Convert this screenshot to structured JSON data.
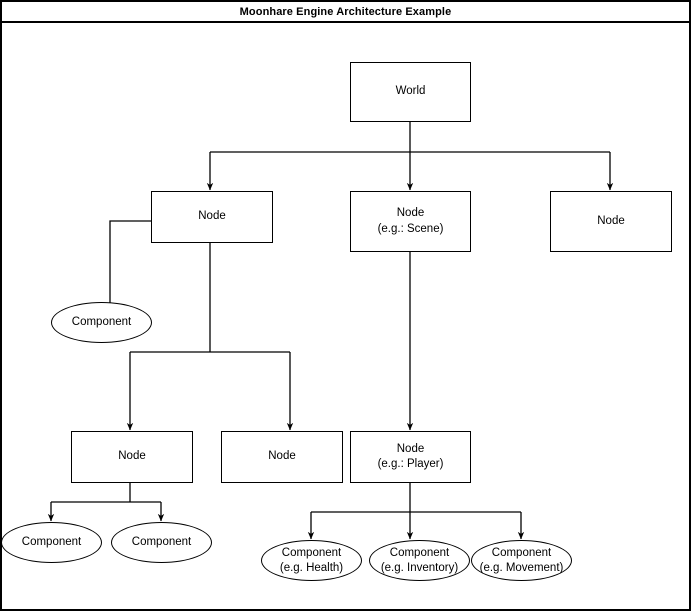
{
  "title": "Moonhare Engine Architecture Example",
  "colors": {
    "stroke": "#000000",
    "fill": "#ffffff",
    "text": "#000000"
  },
  "diagram": {
    "type": "tree-hierarchy",
    "nodes": [
      {
        "id": "world",
        "shape": "rect",
        "label_line1": "World",
        "label_line2": ""
      },
      {
        "id": "node-a",
        "shape": "rect",
        "label_line1": "Node",
        "label_line2": ""
      },
      {
        "id": "node-scene",
        "shape": "rect",
        "label_line1": "Node",
        "label_line2": "(e.g.: Scene)"
      },
      {
        "id": "node-c",
        "shape": "rect",
        "label_line1": "Node",
        "label_line2": ""
      },
      {
        "id": "comp-a",
        "shape": "ellipse",
        "label_line1": "Component",
        "label_line2": ""
      },
      {
        "id": "node-a1",
        "shape": "rect",
        "label_line1": "Node",
        "label_line2": ""
      },
      {
        "id": "node-a2",
        "shape": "rect",
        "label_line1": "Node",
        "label_line2": ""
      },
      {
        "id": "node-player",
        "shape": "rect",
        "label_line1": "Node",
        "label_line2": "(e.g.: Player)"
      },
      {
        "id": "comp-a1-1",
        "shape": "ellipse",
        "label_line1": "Component",
        "label_line2": ""
      },
      {
        "id": "comp-a1-2",
        "shape": "ellipse",
        "label_line1": "Component",
        "label_line2": ""
      },
      {
        "id": "comp-health",
        "shape": "ellipse",
        "label_line1": "Component",
        "label_line2": "(e.g. Health)"
      },
      {
        "id": "comp-inv",
        "shape": "ellipse",
        "label_line1": "Component",
        "label_line2": "(e.g. Inventory)"
      },
      {
        "id": "comp-move",
        "shape": "ellipse",
        "label_line1": "Component",
        "label_line2": "(e.g. Movement)"
      }
    ],
    "edges": [
      {
        "from": "world",
        "to": "node-a"
      },
      {
        "from": "world",
        "to": "node-scene"
      },
      {
        "from": "world",
        "to": "node-c"
      },
      {
        "from": "node-a",
        "to": "comp-a"
      },
      {
        "from": "node-a",
        "to": "node-a1"
      },
      {
        "from": "node-a",
        "to": "node-a2"
      },
      {
        "from": "node-scene",
        "to": "node-player"
      },
      {
        "from": "node-a1",
        "to": "comp-a1-1"
      },
      {
        "from": "node-a1",
        "to": "comp-a1-2"
      },
      {
        "from": "node-player",
        "to": "comp-health"
      },
      {
        "from": "node-player",
        "to": "comp-inv"
      },
      {
        "from": "node-player",
        "to": "comp-move"
      }
    ]
  }
}
